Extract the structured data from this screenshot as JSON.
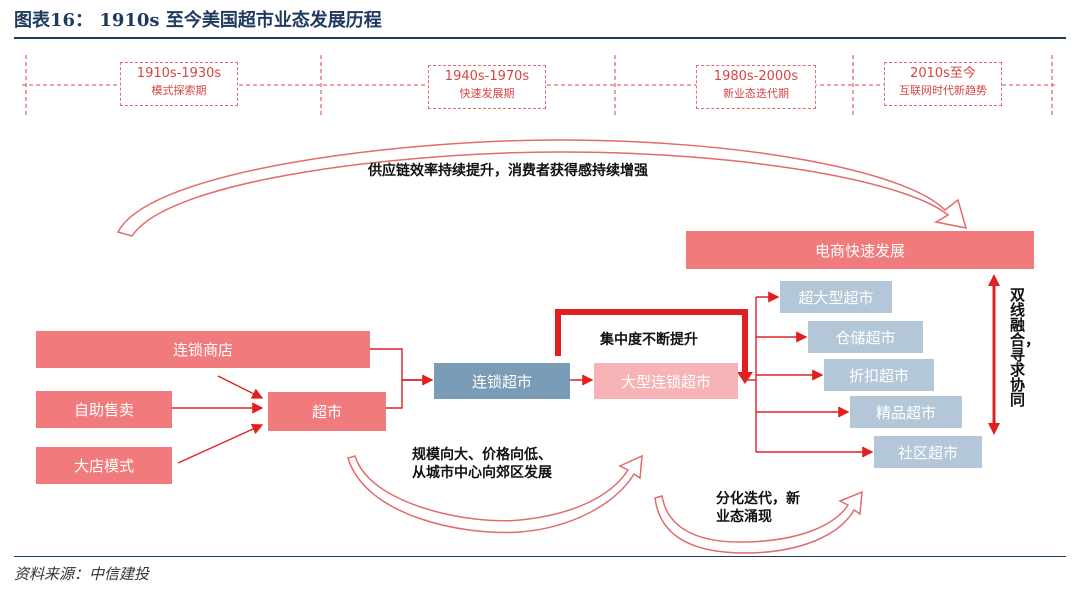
{
  "title": "图表16：  1910s 至今美国超市业态发展历程",
  "timeline": [
    {
      "years": "1910s-1930s",
      "stage": "模式探索期"
    },
    {
      "years": "1940s-1970s",
      "stage": "快速发展期"
    },
    {
      "years": "1980s-2000s",
      "stage": "新业态迭代期"
    },
    {
      "years": "2010s至今",
      "stage": "互联网时代新趋势"
    }
  ],
  "arc_caption": "供应链效率持续提升，消费者获得感持续增强",
  "boxes": {
    "chain_store": "连锁商店",
    "self_service": "自助售卖",
    "big_store": "大店模式",
    "supermarket": "超市",
    "chain_supermarket": "连锁超市",
    "large_chain_supermarket": "大型连锁超市",
    "ecommerce": "电商快速发展",
    "mega_supermarket": "超大型超市",
    "warehouse_supermarket": "仓储超市",
    "discount_supermarket": "折扣超市",
    "premium_supermarket": "精品超市",
    "community_supermarket": "社区超市"
  },
  "labels": {
    "concentration": "集中度不断提升",
    "scale_line1": "规模向大、价格向低、",
    "scale_line2": "从城市中心向郊区发展",
    "diversify_line1": "分化迭代，新",
    "diversify_line2": "业态涌现",
    "integration": "双线融合，寻求协同"
  },
  "source": "资料来源：中信建投",
  "colors": {
    "accent_red": "#f07a7c",
    "line_red": "#e02020",
    "blue": "#7b9cb7",
    "light_blue": "#b3c7d8",
    "title_blue": "#1f3a5f"
  }
}
